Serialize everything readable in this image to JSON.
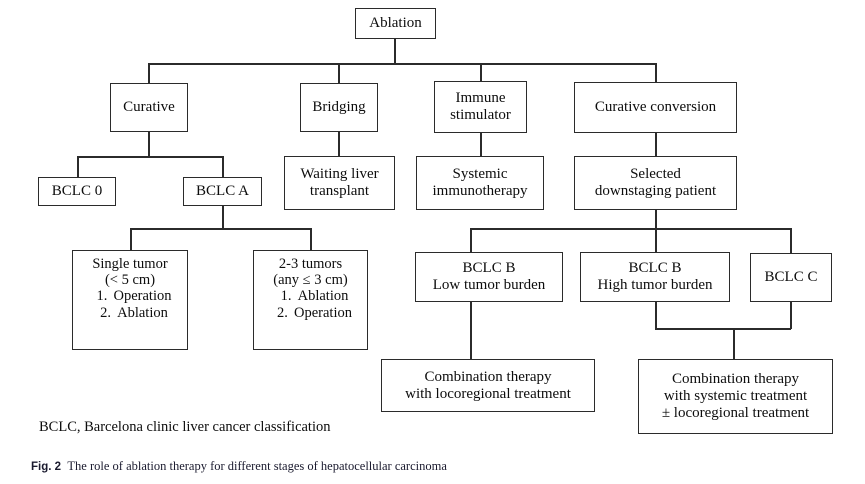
{
  "figure": {
    "title_label": "Fig. 2",
    "title_text": "The role of ablation therapy for different stages of hepatocellular carcinoma",
    "legend": "BCLC, Barcelona clinic liver cancer classification",
    "colors": {
      "stroke": "#2b2b2b",
      "text": "#0d0d0d",
      "background": "#ffffff",
      "caption": "#1a1a2e"
    }
  },
  "nodes": {
    "root": {
      "label": "Ablation"
    },
    "curative": {
      "label": "Curative"
    },
    "bridging": {
      "label": "Bridging"
    },
    "immune_stimulator": {
      "line1": "Immune",
      "line2": "stimulator"
    },
    "curative_conversion": {
      "label": "Curative conversion"
    },
    "bclc_0": {
      "label": "BCLC 0"
    },
    "bclc_a": {
      "label": "BCLC A"
    },
    "waiting_liver_transplant": {
      "line1": "Waiting liver",
      "line2": "transplant"
    },
    "systemic_immunotherapy": {
      "line1": "Systemic",
      "line2": "immunotherapy"
    },
    "selected_downstaging": {
      "line1": "Selected",
      "line2": "downstaging patient"
    },
    "single_tumor": {
      "line1": "Single tumor",
      "line2": "(< 5 cm)",
      "item1_num": "1.",
      "item1_text": "Operation",
      "item2_num": "2.",
      "item2_text": "Ablation"
    },
    "two_three_tumors": {
      "line1": "2-3 tumors",
      "line2": "(any ≤ 3 cm)",
      "item1_num": "1.",
      "item1_text": "Ablation",
      "item2_num": "2.",
      "item2_text": "Operation"
    },
    "bclc_b_low": {
      "line1": "BCLC B",
      "line2": "Low tumor burden"
    },
    "bclc_b_high": {
      "line1": "BCLC B",
      "line2": "High tumor burden"
    },
    "bclc_c": {
      "label": "BCLC C"
    },
    "combo_locoregional": {
      "line1": "Combination therapy",
      "line2": "with locoregional treatment"
    },
    "combo_systemic": {
      "line1": "Combination therapy",
      "line2": "with systemic treatment",
      "line3": "± locoregional treatment"
    }
  }
}
